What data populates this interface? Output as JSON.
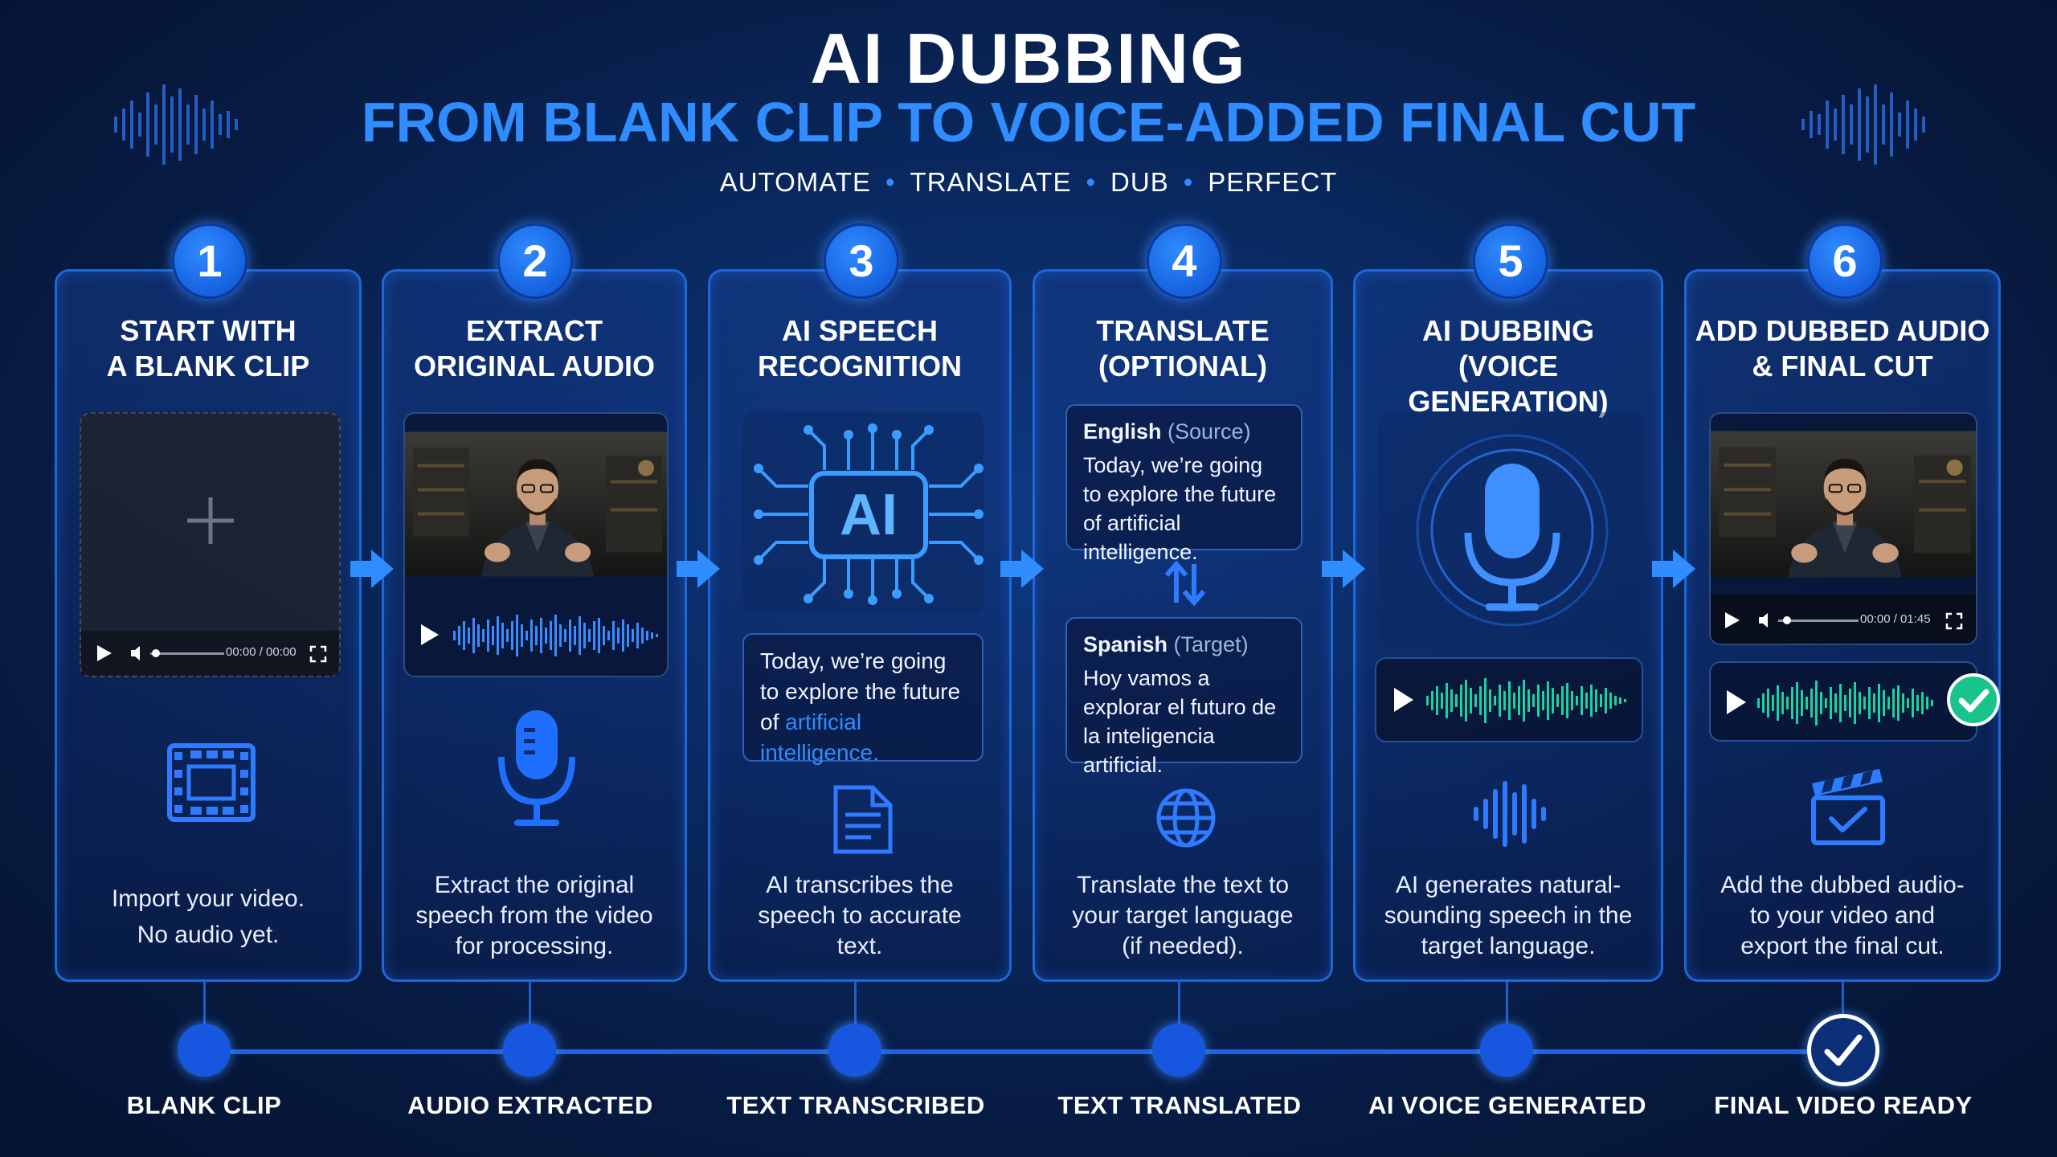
{
  "header": {
    "title": "AI DUBBING",
    "subtitle": "FROM BLANK CLIP TO VOICE-ADDED FINAL CUT",
    "tagline": [
      "AUTOMATE",
      "TRANSLATE",
      "DUB",
      "PERFECT"
    ]
  },
  "steps": [
    {
      "number": "1",
      "title": "START WITH\nA BLANK CLIP",
      "description": "Import your video.\nNo audio yet.",
      "player_time": "00:00 / 00:00"
    },
    {
      "number": "2",
      "title": "EXTRACT\nORIGINAL AUDIO",
      "description": "Extract the original\nspeech from the video\nfor processing."
    },
    {
      "number": "3",
      "title": "AI SPEECH\nRECOGNITION",
      "description": "AI transcribes the\nspeech to accurate\ntext.",
      "chip_label": "AI",
      "transcript_plain": "Today, we’re going to explore the future of",
      "transcript_highlight": "artificial intelligence."
    },
    {
      "number": "4",
      "title": "TRANSLATE\n(OPTIONAL)",
      "description": "Translate the text to\nyour target language\n(if needed).",
      "source_lang": "English",
      "source_tag": "(Source)",
      "source_text": "Today, we’re going to explore the future of artificial intelligence.",
      "target_lang": "Spanish",
      "target_tag": "(Target)",
      "target_text": "Hoy vamos a explorar el futuro de la inteligencia artificial."
    },
    {
      "number": "5",
      "title": "AI DUBBING\n(VOICE GENERATION)",
      "description": "AI generates natural-\nsounding speech in the\ntarget language."
    },
    {
      "number": "6",
      "title": "ADD DUBBED AUDIO\n& FINAL CUT",
      "description": "Add the dubbed audio-\nto your video and\nexport the final cut.",
      "player_time": "00:00 / 01:45"
    }
  ],
  "timeline": [
    "BLANK CLIP",
    "AUDIO EXTRACTED",
    "TEXT TRANSCRIBED",
    "TEXT TRANSLATED",
    "AI VOICE GENERATED",
    "FINAL VIDEO READY"
  ],
  "colors": {
    "accent": "#2f8dff",
    "node": "#1757e0",
    "wave_blue": "#3b8cff",
    "wave_green": "#19d3a2",
    "check_green": "#18c48b"
  }
}
